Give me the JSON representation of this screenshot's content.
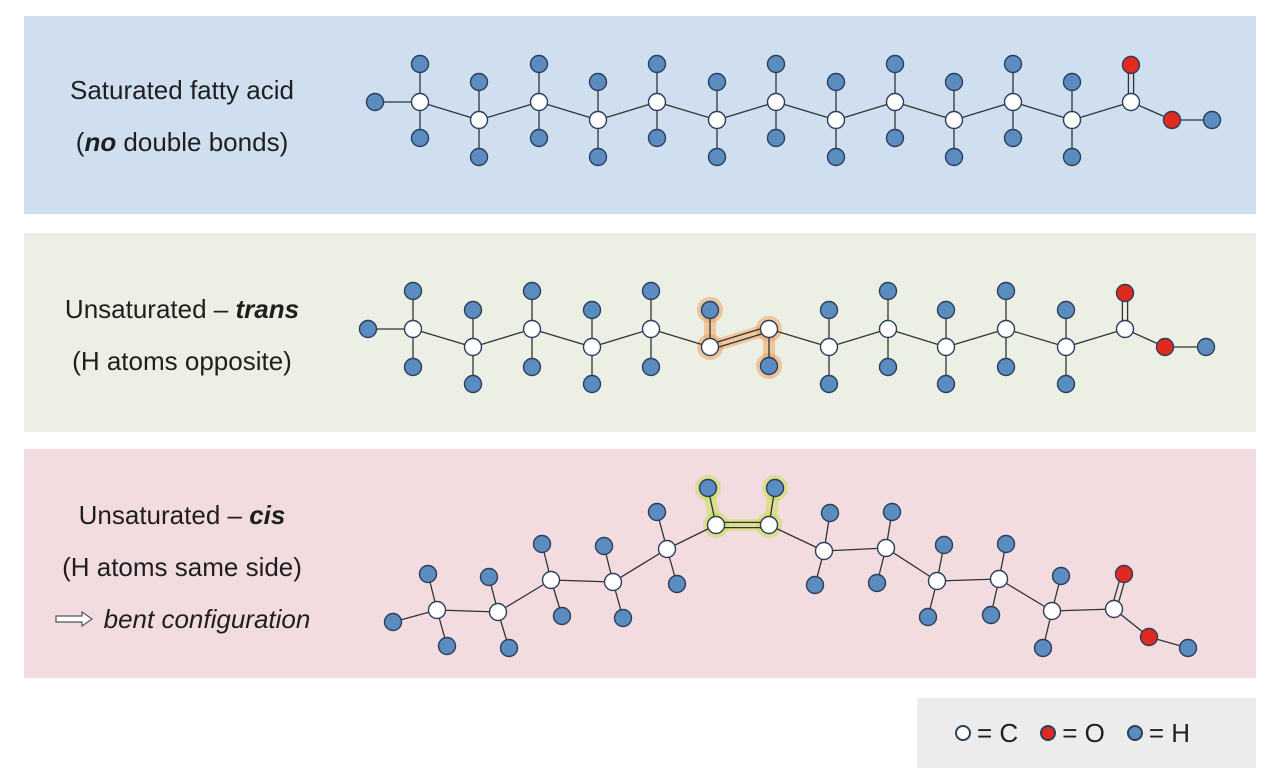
{
  "panels": {
    "saturated": {
      "line1": "Saturated fatty acid",
      "line2_pre": "(",
      "line2_emph": "no",
      "line2_post": " double bonds)"
    },
    "trans": {
      "line1_pre": "Unsaturated – ",
      "line1_emph": "trans",
      "line2": "(H atoms opposite)"
    },
    "cis": {
      "line1_pre": "Unsaturated – ",
      "line1_emph": "cis",
      "line2": "(H atoms same side)",
      "line3": "bent configuration"
    }
  },
  "legend": {
    "carbon": "= C",
    "oxygen": "= O",
    "hydrogen": "= H"
  },
  "colors": {
    "carbon": "#ffffff",
    "oxygen": "#e02a1e",
    "hydrogen": "#5b8cc0",
    "outline": "#2c3e5c",
    "trans_highlight": "#f0a060",
    "cis_highlight": "#c8e050"
  }
}
